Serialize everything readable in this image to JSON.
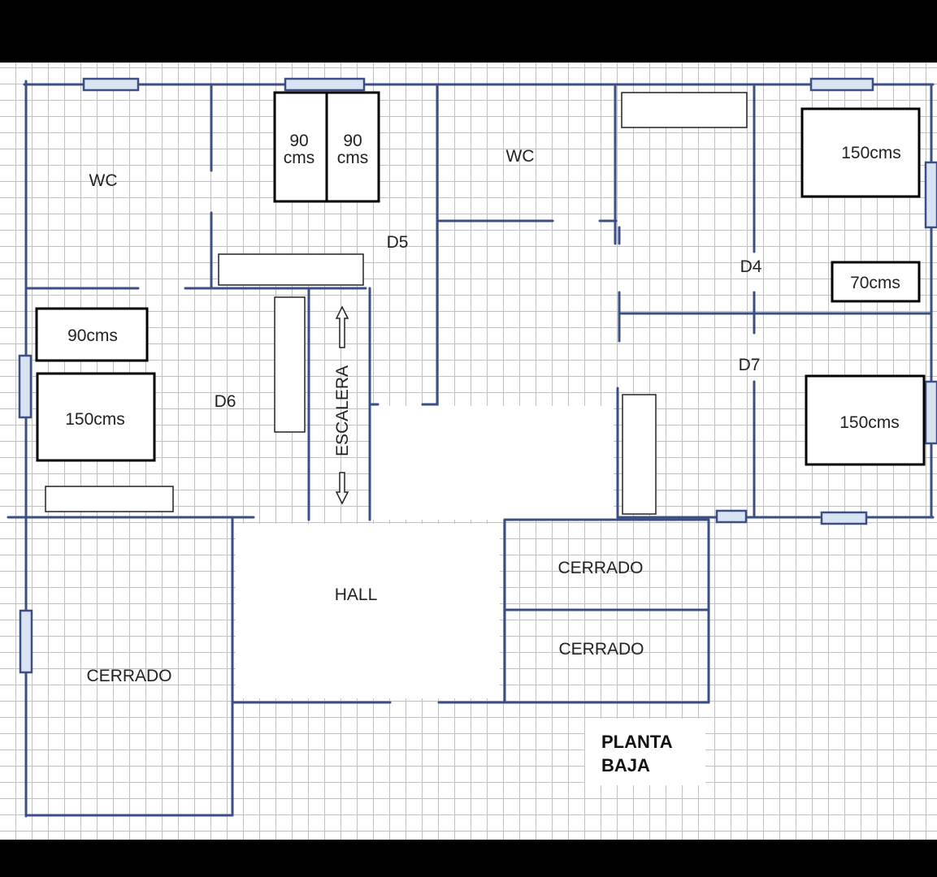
{
  "rooms": {
    "wc_left": "WC",
    "wc_mid": "WC",
    "d5": "D5",
    "d4": "D4",
    "d6": "D6",
    "d7": "D7",
    "hall": "HALL",
    "cerrado_left": "CERRADO",
    "cerrado_top": "CERRADO",
    "cerrado_bottom": "CERRADO",
    "escalera": "ESCALERA"
  },
  "beds": {
    "d5_left": [
      "90",
      "cms"
    ],
    "d5_right": [
      "90",
      "cms"
    ],
    "d4_double": "150cms",
    "d4_single": "70cms",
    "d6_single": "90cms",
    "d6_double": "150cms",
    "d7_double": "150cms"
  },
  "title": [
    "PLANTA",
    "BAJA"
  ],
  "colors": {
    "background_bar": "#000000",
    "grid": "#a9c6dc",
    "wall": "#3b4f86",
    "furniture": "#000000",
    "window": "#3b4f86",
    "window_fill": "#d9e4f2"
  }
}
